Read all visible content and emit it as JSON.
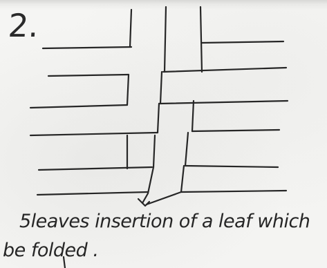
{
  "step": {
    "number": "2."
  },
  "caption": {
    "line1": "5leaves insertion of a leaf which",
    "line2": "be folded ."
  },
  "ink_color": "#262626",
  "paper_color": "#f3f3f1"
}
